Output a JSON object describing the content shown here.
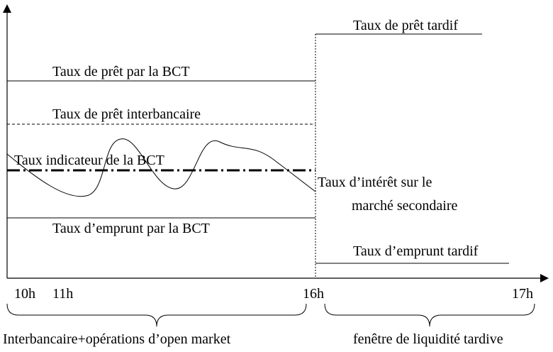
{
  "diagram": {
    "labels": {
      "late_lending_rate": "Taux de prêt tardif",
      "bct_lending_rate": "Taux de prêt par la BCT",
      "interbank_lending_rate": "Taux de prêt interbancaire",
      "bct_indicator_rate": "Taux indicateur de la BCT",
      "secondary_rate_line1": "Taux d’intérêt sur le",
      "secondary_rate_line2": "marché secondaire",
      "bct_borrowing_rate": "Taux d’emprunt par la BCT",
      "late_borrowing_rate": "Taux d’emprunt tardif"
    },
    "time_ticks": [
      "10h",
      "11h",
      "16h",
      "17h"
    ],
    "periods": {
      "interbank": "Interbancaire+opérations d’open market",
      "late_window": "fenêtre de liquidité tardive"
    }
  }
}
